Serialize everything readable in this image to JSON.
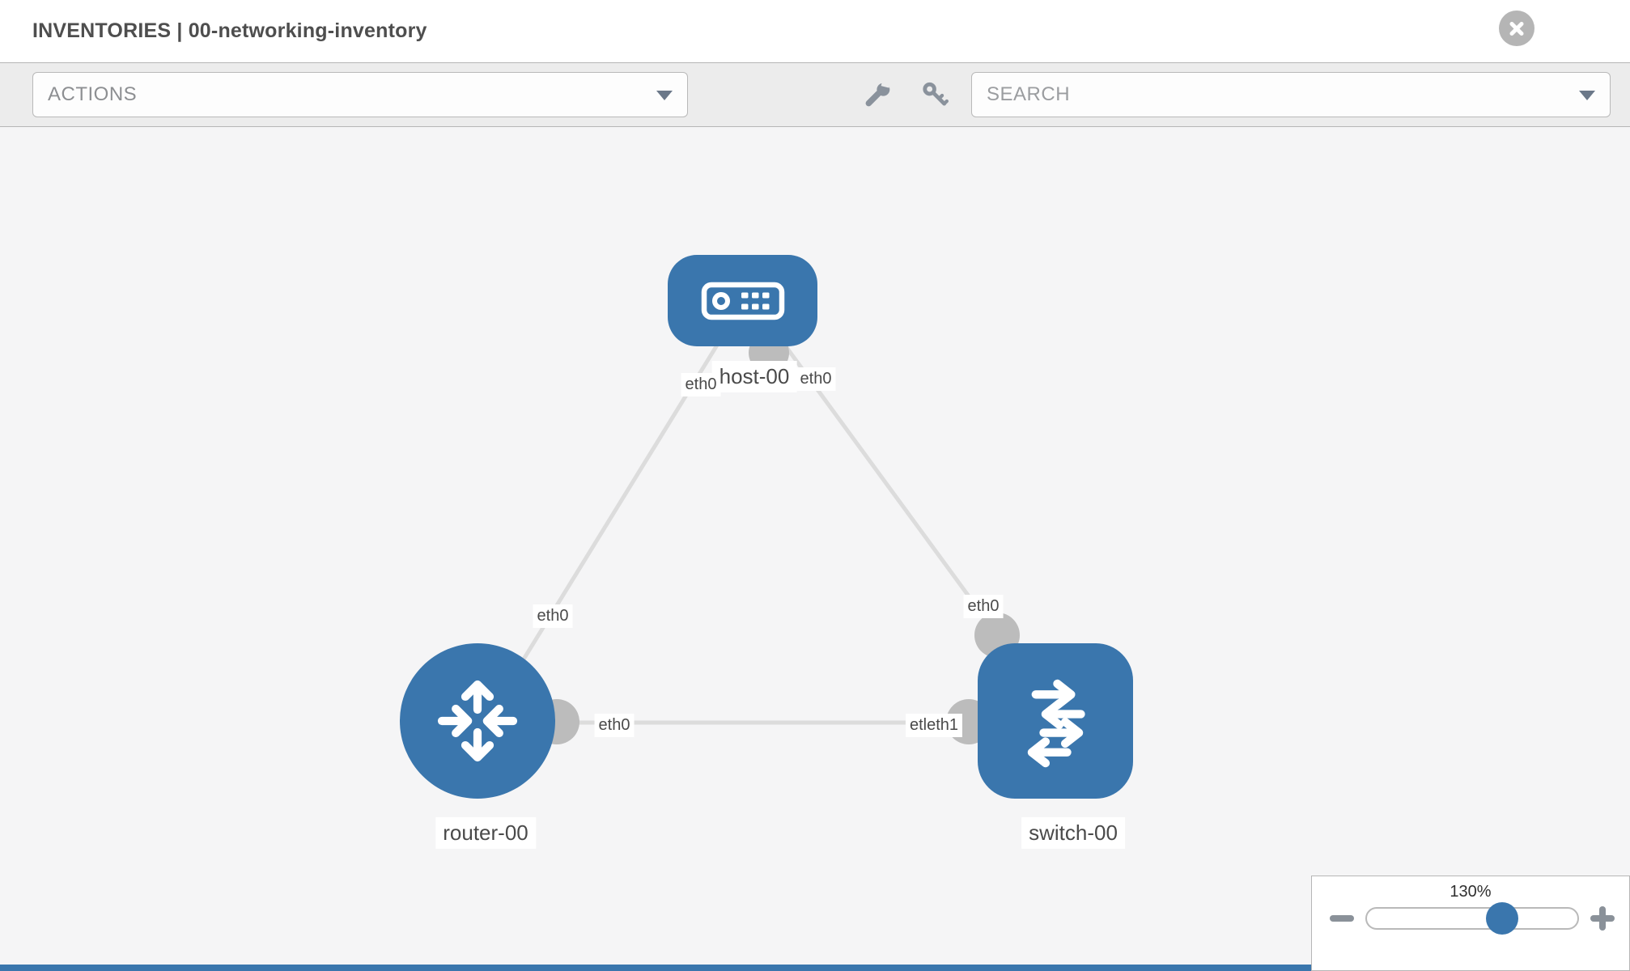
{
  "header": {
    "title": "INVENTORIES | 00-networking-inventory"
  },
  "toolbar": {
    "actions": {
      "label": "ACTIONS"
    },
    "search": {
      "placeholder": "SEARCH"
    },
    "tools": [
      {
        "icon": "wrench-icon"
      },
      {
        "icon": "key-icon"
      }
    ]
  },
  "topology": {
    "nodes": [
      {
        "label": "host-00",
        "type": "host",
        "icon": "server-icon"
      },
      {
        "label": "router-00",
        "type": "router",
        "icon": "router-arrows-icon"
      },
      {
        "label": "switch-00",
        "type": "switch",
        "icon": "switch-arrows-icon"
      }
    ],
    "links": [
      {
        "from": "host-00",
        "to": "router-00",
        "from_interface": "eth0",
        "to_interface": "eth0"
      },
      {
        "from": "host-00",
        "to": "switch-00",
        "from_interface": "eth0",
        "to_interface": "eth0"
      },
      {
        "from": "router-00",
        "to": "switch-00",
        "from_interface": "eth0",
        "to_interface": "eth1"
      }
    ],
    "interface_chips": {
      "host_to_router": "eth0",
      "host_to_switch": "eth0",
      "router_to_host": "eth0",
      "switch_to_host": "eth0",
      "router_to_switch": "eth0",
      "switch_to_router_overlapped": "etleth1"
    }
  },
  "zoom_control": {
    "value_label": "130%",
    "percent": 130
  },
  "colors": {
    "node_blue": "#3a76ad",
    "link_gray": "#dcdcdc",
    "connector_gray": "#bcbcbc",
    "footer_accent": "#3a76ad"
  }
}
